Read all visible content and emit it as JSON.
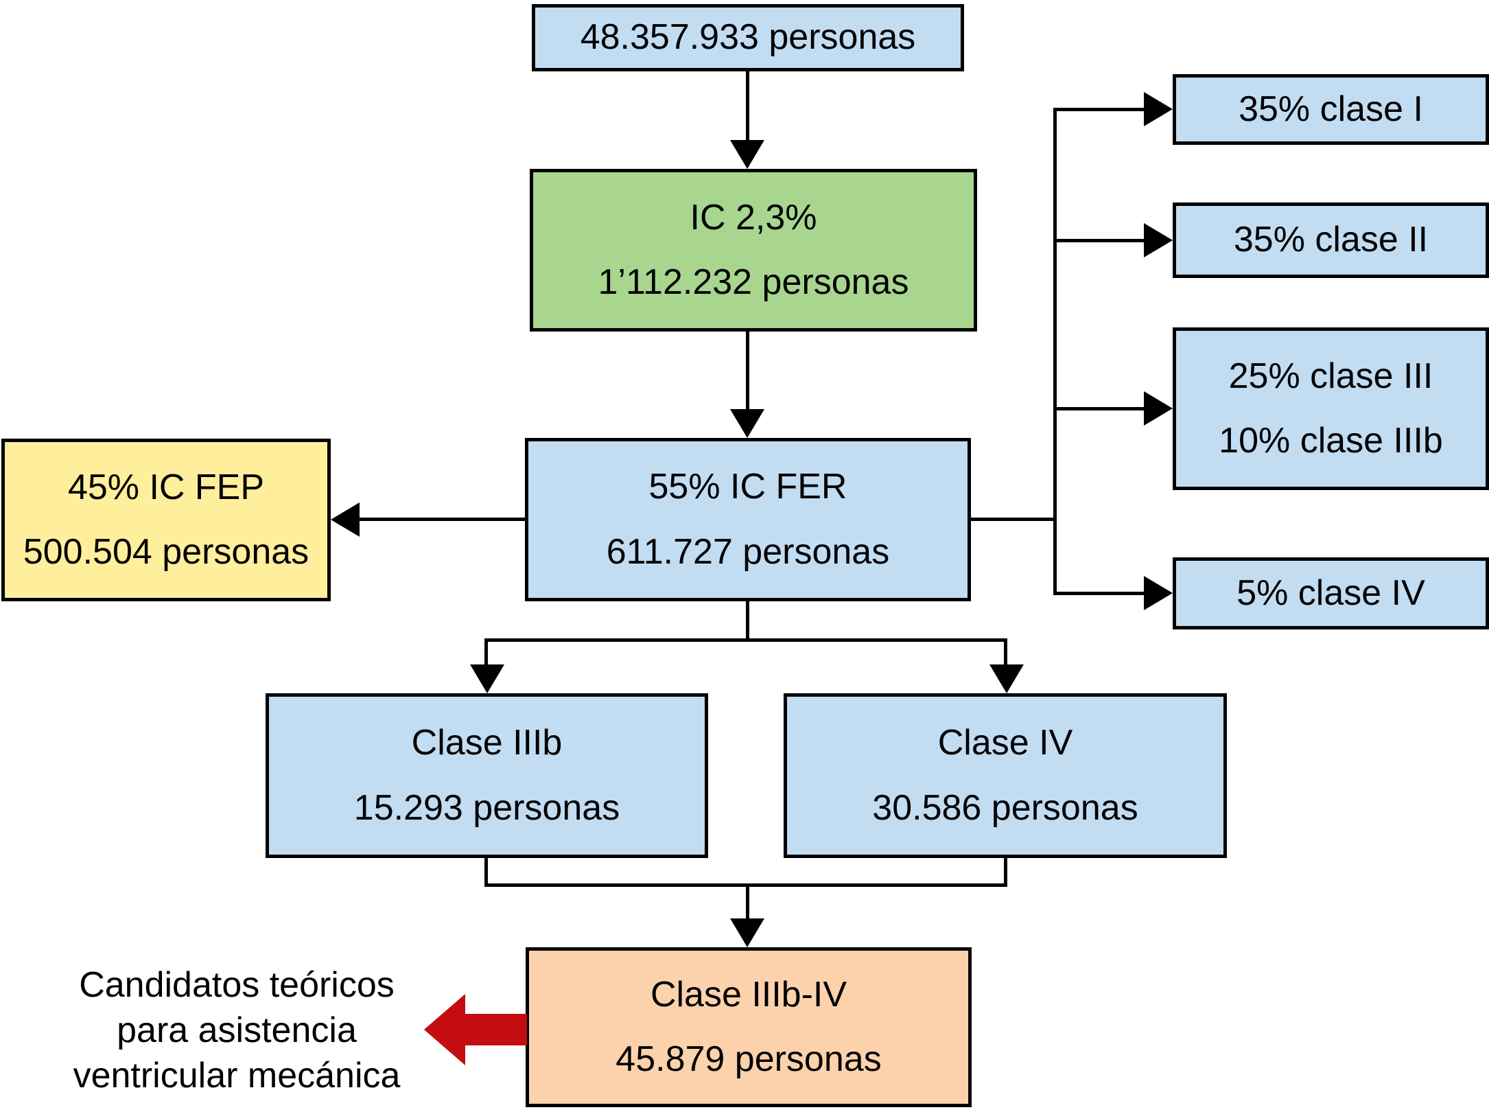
{
  "diagram": {
    "nodes": {
      "population": {
        "line1": "48.357.933 personas"
      },
      "ic_total": {
        "line1": "IC 2,3%",
        "line2": "1’112.232 personas"
      },
      "ic_fer": {
        "line1": "55% IC FER",
        "line2": "611.727 personas"
      },
      "ic_fep": {
        "line1": "45% IC FEP",
        "line2": "500.504 personas"
      },
      "clase_i": {
        "line1": "35% clase I"
      },
      "clase_ii": {
        "line1": "35% clase II"
      },
      "clase_iii": {
        "line1": "25% clase III",
        "line2": "10% clase IIIb"
      },
      "clase_iv_pct": {
        "line1": "5% clase IV"
      },
      "clase_iiib": {
        "line1": "Clase IIIb",
        "line2": "15.293 personas"
      },
      "clase_iv": {
        "line1": "Clase IV",
        "line2": "30.586 personas"
      },
      "clase_iiib_iv": {
        "line1": "Clase IIIb-IV",
        "line2": "45.879 personas"
      }
    },
    "annotation": {
      "line1": "Candidatos teóricos",
      "line2": "para asistencia",
      "line3": "ventricular mecánica"
    },
    "colors": {
      "blue": "#C2DCF2",
      "green": "#A8D68F",
      "yellow": "#FFEE9B",
      "orange": "#FBD2AC",
      "red": "#C40D10",
      "line": "#000000"
    }
  }
}
